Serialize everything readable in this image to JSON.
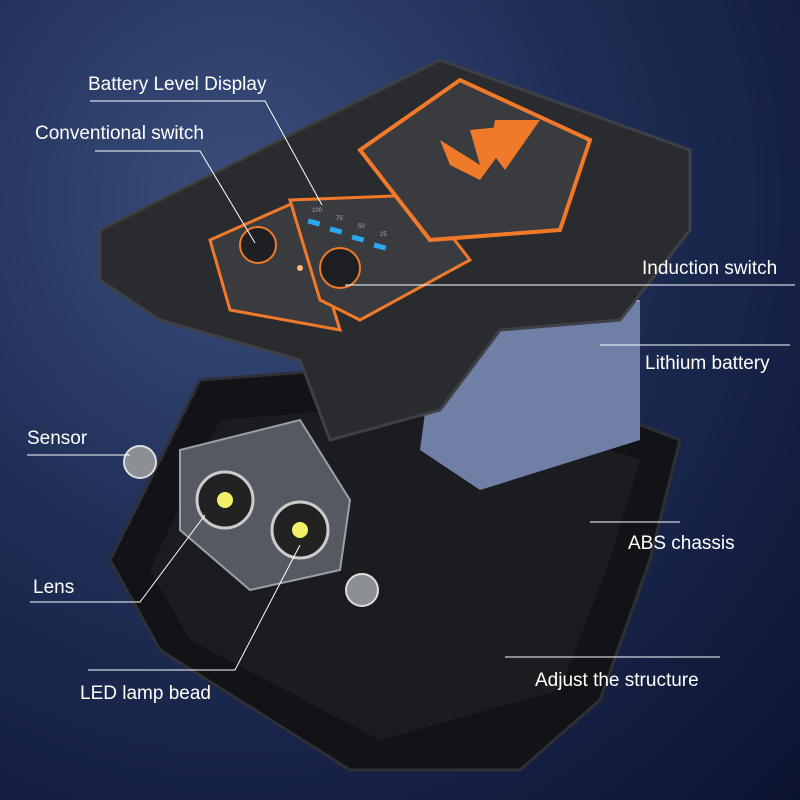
{
  "labels": {
    "battery_level_display": "Battery Level Display",
    "conventional_switch": "Conventional switch",
    "induction_switch": "Induction switch",
    "lithium_battery": "Lithium battery",
    "sensor": "Sensor",
    "abs_chassis": "ABS chassis",
    "lens": "Lens",
    "led_lamp_bead": "LED lamp bead",
    "adjust_structure": "Adjust the structure"
  },
  "battery_indicator": [
    "100",
    "75",
    "50",
    "25"
  ],
  "colors": {
    "accent": "#f07a2a",
    "indicator": "#2aa8f0",
    "body": "#2a2b2e"
  }
}
